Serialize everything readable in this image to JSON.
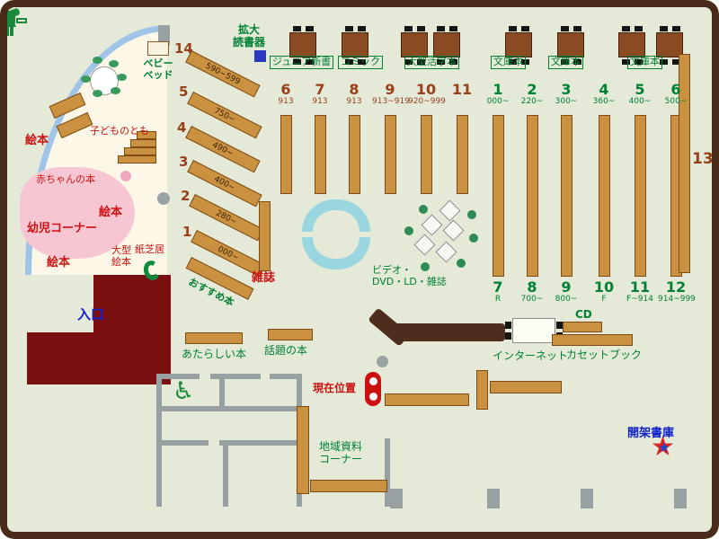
{
  "colors": {
    "floor": "#e4e9d8",
    "wall_frame": "#4a2a18",
    "shelf_tan": "#ca9140",
    "kids_floor": "#fcf7e6",
    "toddler_pink": "#f7c6d3",
    "entrance_block": "#7a1010",
    "curved_wall_blue": "#9fc4e8",
    "label_green": "#008033",
    "label_red": "#cc1111",
    "label_brown": "#99401a",
    "label_blue": "#1122cc",
    "sofa_cyan": "#9ad6e0"
  },
  "entrance_label": "入口",
  "kids": {
    "ehon_top": "絵本",
    "ehon_mid": "絵本",
    "ehon_bottom": "絵本",
    "kodomo_no_tomo": "子どものとも",
    "akachan_no_hon": "赤ちゃんの本",
    "yoji_corner": "幼児コーナー",
    "ogata_line1": "大型",
    "ogata_line2": "絵本",
    "kamishibai": "紙芝居",
    "baby_bed_line1": "ベビー",
    "baby_bed_line2": "ベッド"
  },
  "top": {
    "magnifier_line1": "拡大",
    "magnifier_line2": "読書器",
    "junior_shinsho": "ジュニア新書",
    "comics": "コミック",
    "large_print": "大型活字本",
    "bunko_1": "文庫本",
    "bunko_2": "文庫本",
    "bunko_3": "文庫本"
  },
  "diagonal_shelves": [
    {
      "num": "14",
      "range": "590~599"
    },
    {
      "num": "5",
      "range": "750~"
    },
    {
      "num": "4",
      "range": "490~"
    },
    {
      "num": "3",
      "range": "400~"
    },
    {
      "num": "2",
      "range": "280~"
    },
    {
      "num": "1",
      "range": "000~"
    }
  ],
  "osusume": "おすすめ本",
  "zasshi": "雑誌",
  "top_columns": [
    {
      "num": "6",
      "range": "913"
    },
    {
      "num": "7",
      "range": "913"
    },
    {
      "num": "8",
      "range": "913"
    },
    {
      "num": "9",
      "range": "913~919"
    },
    {
      "num": "10",
      "range": "920~999"
    },
    {
      "num": "11",
      "range": ""
    },
    {
      "num": "1",
      "range": "000~"
    },
    {
      "num": "2",
      "range": "220~"
    },
    {
      "num": "3",
      "range": "300~"
    },
    {
      "num": "4",
      "range": "360~"
    },
    {
      "num": "5",
      "range": "400~"
    },
    {
      "num": "6",
      "range": "500~"
    }
  ],
  "bottom_columns": [
    {
      "num": "7",
      "range": "R"
    },
    {
      "num": "8",
      "range": "700~"
    },
    {
      "num": "9",
      "range": "800~"
    },
    {
      "num": "10",
      "range": "F"
    },
    {
      "num": "11",
      "range": "F~914"
    },
    {
      "num": "12",
      "range": "914~999"
    }
  ],
  "shelf_13": "13",
  "av": {
    "line1": "ビデオ・",
    "line2": "DVD・LD・雑誌"
  },
  "center": {
    "new_books": "あたらしい本",
    "topic_books": "話題の本",
    "cd": "CD",
    "internet": "インターネット",
    "cassette": "カセットブック",
    "current_location": "現在位置",
    "local_line1": "地域資料",
    "local_line2": "コーナー",
    "open_stacks": "開架書庫"
  }
}
